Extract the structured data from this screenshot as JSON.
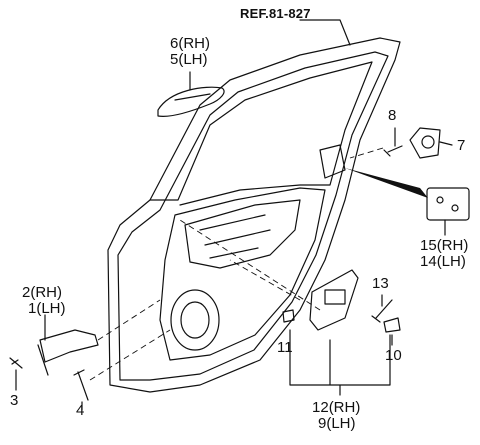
{
  "ref_label": "REF.81-827",
  "callouts": {
    "p1": "1",
    "p2": "2",
    "p3": "3",
    "p4": "4",
    "p5": "5",
    "p6": "6",
    "p7": "7",
    "p8": "8",
    "p9": "9",
    "p10": "10",
    "p11": "11",
    "p12": "12",
    "p13": "13",
    "p14": "14",
    "p15": "15"
  },
  "sides": {
    "rh": "(RH)",
    "lh": "(LH)"
  }
}
